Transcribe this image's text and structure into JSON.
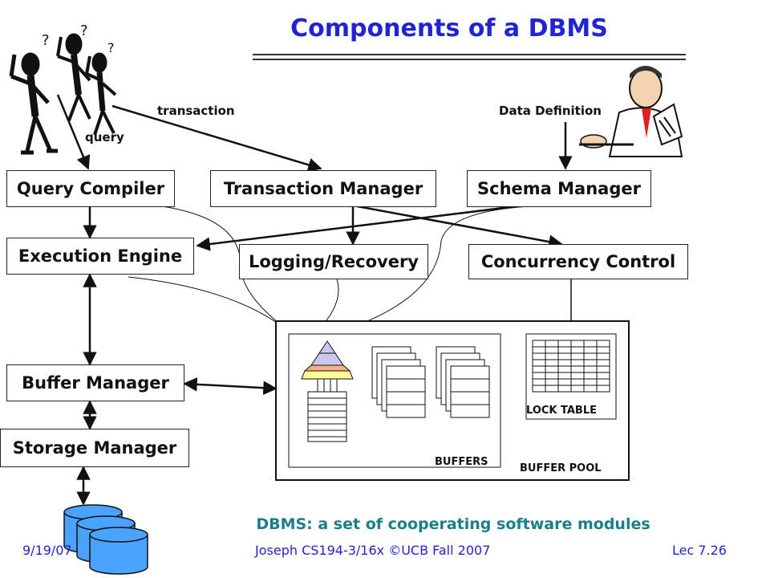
{
  "title": "Components of a DBMS",
  "labels": {
    "query": "query",
    "transaction": "transaction",
    "data_definition": "Data Definition",
    "question_mark": "?"
  },
  "components": {
    "query_compiler": "Query Compiler",
    "transaction_manager": "Transaction Manager",
    "schema_manager": "Schema Manager",
    "execution_engine": "Execution Engine",
    "logging_recovery": "Logging/Recovery",
    "concurrency_control": "Concurrency Control",
    "buffer_manager": "Buffer Manager",
    "storage_manager": "Storage Manager"
  },
  "buffer_pool": {
    "lock_table": "LOCK TABLE",
    "buffers": "BUFFERS",
    "buffer_pool": "BUFFER POOL"
  },
  "caption": "DBMS: a set of cooperating software modules",
  "footer": {
    "date": "9/19/07",
    "course": "Joseph CS194-3/16x ©UCB Fall 2007",
    "lecture": "Lec 7.26"
  },
  "colors": {
    "title": "#2323d6",
    "caption": "#1a7f8a",
    "disk": "#4aa3ff",
    "pyramid_top": "#c8c8ee",
    "pyramid_mid": "#f4b183",
    "pyramid_base": "#ffff99"
  }
}
